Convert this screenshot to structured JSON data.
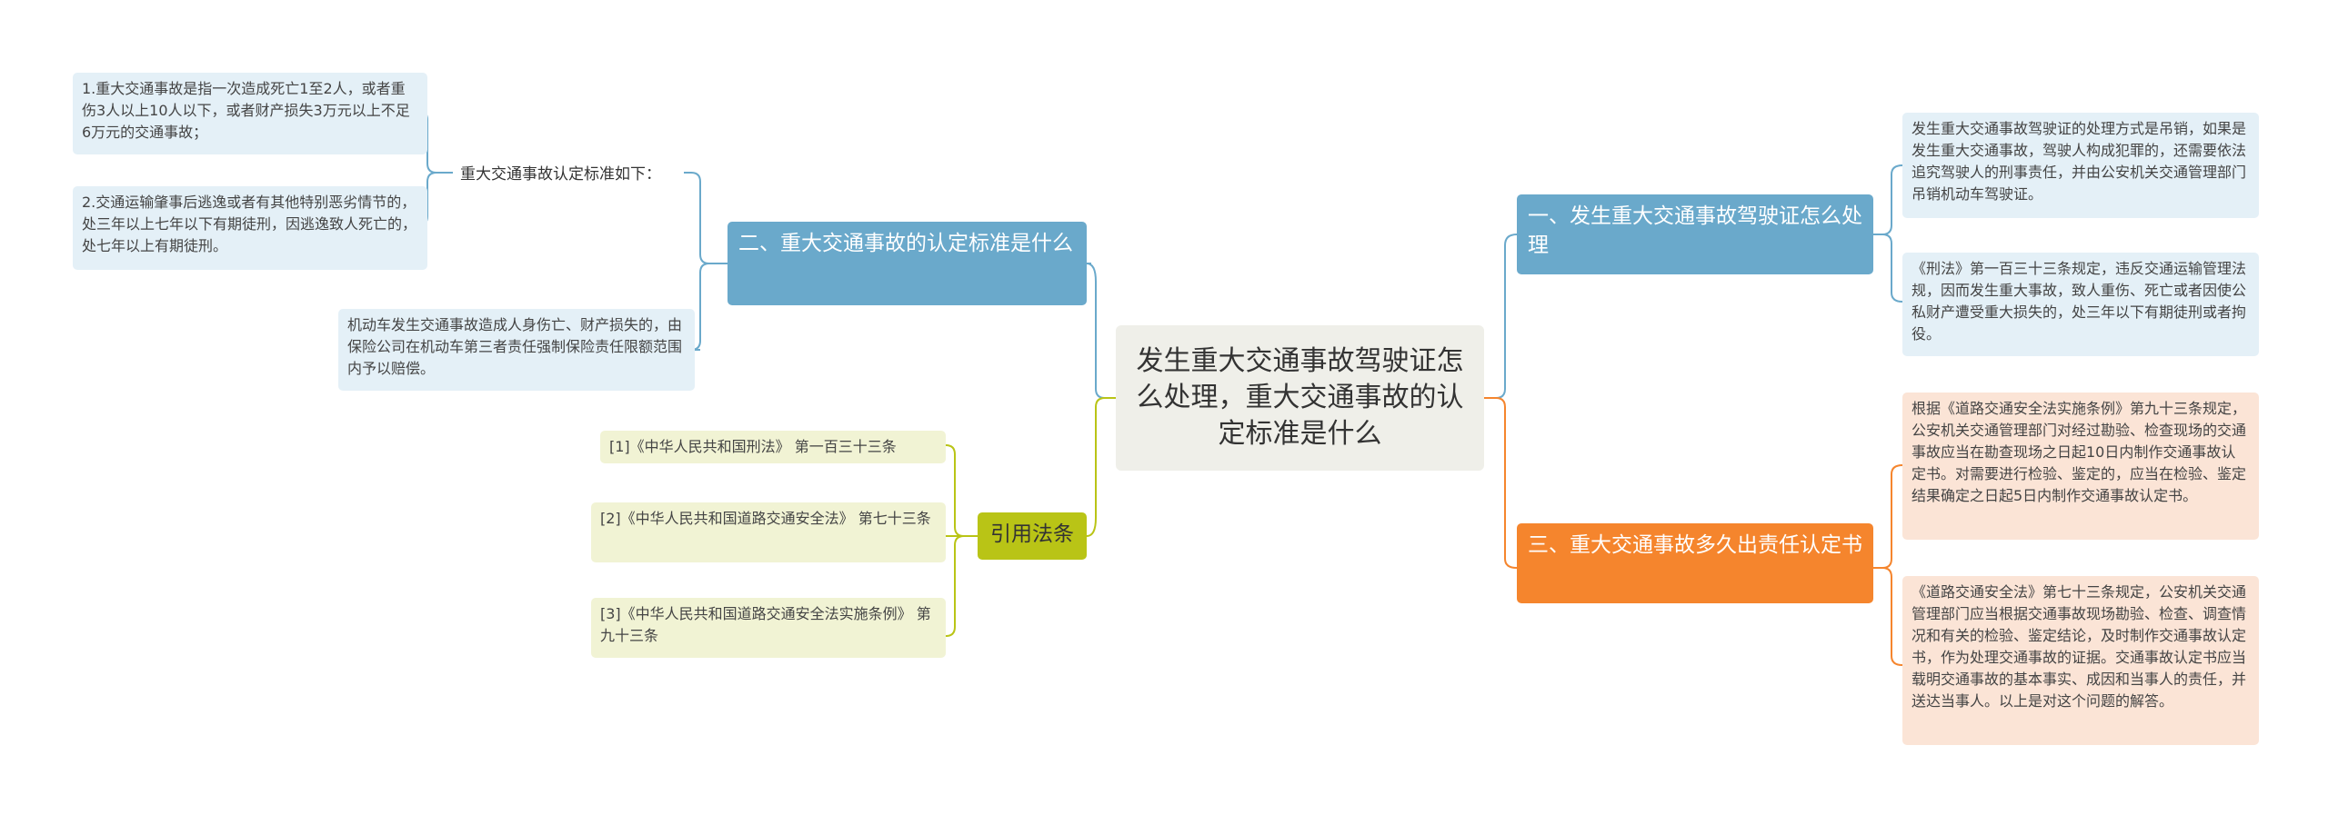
{
  "center": "发生重大交通事故驾驶证怎么处理，重大交通事故的认定标准是什么",
  "left": {
    "branch2": {
      "label": "二、重大交通事故的认定标准是什么",
      "sub_label": "重大交通事故认定标准如下：",
      "sub_leaves": [
        "1.重大交通事故是指一次造成死亡1至2人，或者重伤3人以上10人以下，或者财产损失3万元以上不足6万元的交通事故；",
        "2.交通运输肇事后逃逸或者有其他特别恶劣情节的，处三年以上七年以下有期徒刑，因逃逸致人死亡的，处七年以上有期徒刑。"
      ],
      "leaf": "机动车发生交通事故造成人身伤亡、财产损失的，由保险公司在机动车第三者责任强制保险责任限额范围内予以赔偿。"
    },
    "refs": {
      "label": "引用法条",
      "items": [
        "[1]《中华人民共和国刑法》 第一百三十三条",
        "[2]《中华人民共和国道路交通安全法》 第七十三条",
        "[3]《中华人民共和国道路交通安全法实施条例》 第九十三条"
      ]
    }
  },
  "right": {
    "branch1": {
      "label": "一、发生重大交通事故驾驶证怎么处理",
      "leaves": [
        "发生重大交通事故驾驶证的处理方式是吊销，如果是发生重大交通事故，驾驶人构成犯罪的，还需要依法追究驾驶人的刑事责任，并由公安机关交通管理部门吊销机动车驾驶证。",
        "《刑法》第一百三十三条规定，违反交通运输管理法规，因而发生重大事故，致人重伤、死亡或者因使公私财产遭受重大损失的，处三年以下有期徒刑或者拘役。"
      ]
    },
    "branch3": {
      "label": "三、重大交通事故多久出责任认定书",
      "leaves": [
        "根据《道路交通安全法实施条例》第九十三条规定，公安机关交通管理部门对经过勘验、检查现场的交通事故应当在勘查现场之日起10日内制作交通事故认定书。对需要进行检验、鉴定的，应当在检验、鉴定结果确定之日起5日内制作交通事故认定书。",
        "《道路交通安全法》第七十三条规定，公安机关交通管理部门应当根据交通事故现场勘验、检查、调查情况和有关的检验、鉴定结论，及时制作交通事故认定书，作为处理交通事故的证据。交通事故认定书应当载明交通事故的基本事实、成因和当事人的责任，并送达当事人。以上是对这个问题的解答。"
      ]
    }
  },
  "colors": {
    "blue": "#6aa9cb",
    "orange": "#f5852d",
    "olive": "#b9c416"
  }
}
